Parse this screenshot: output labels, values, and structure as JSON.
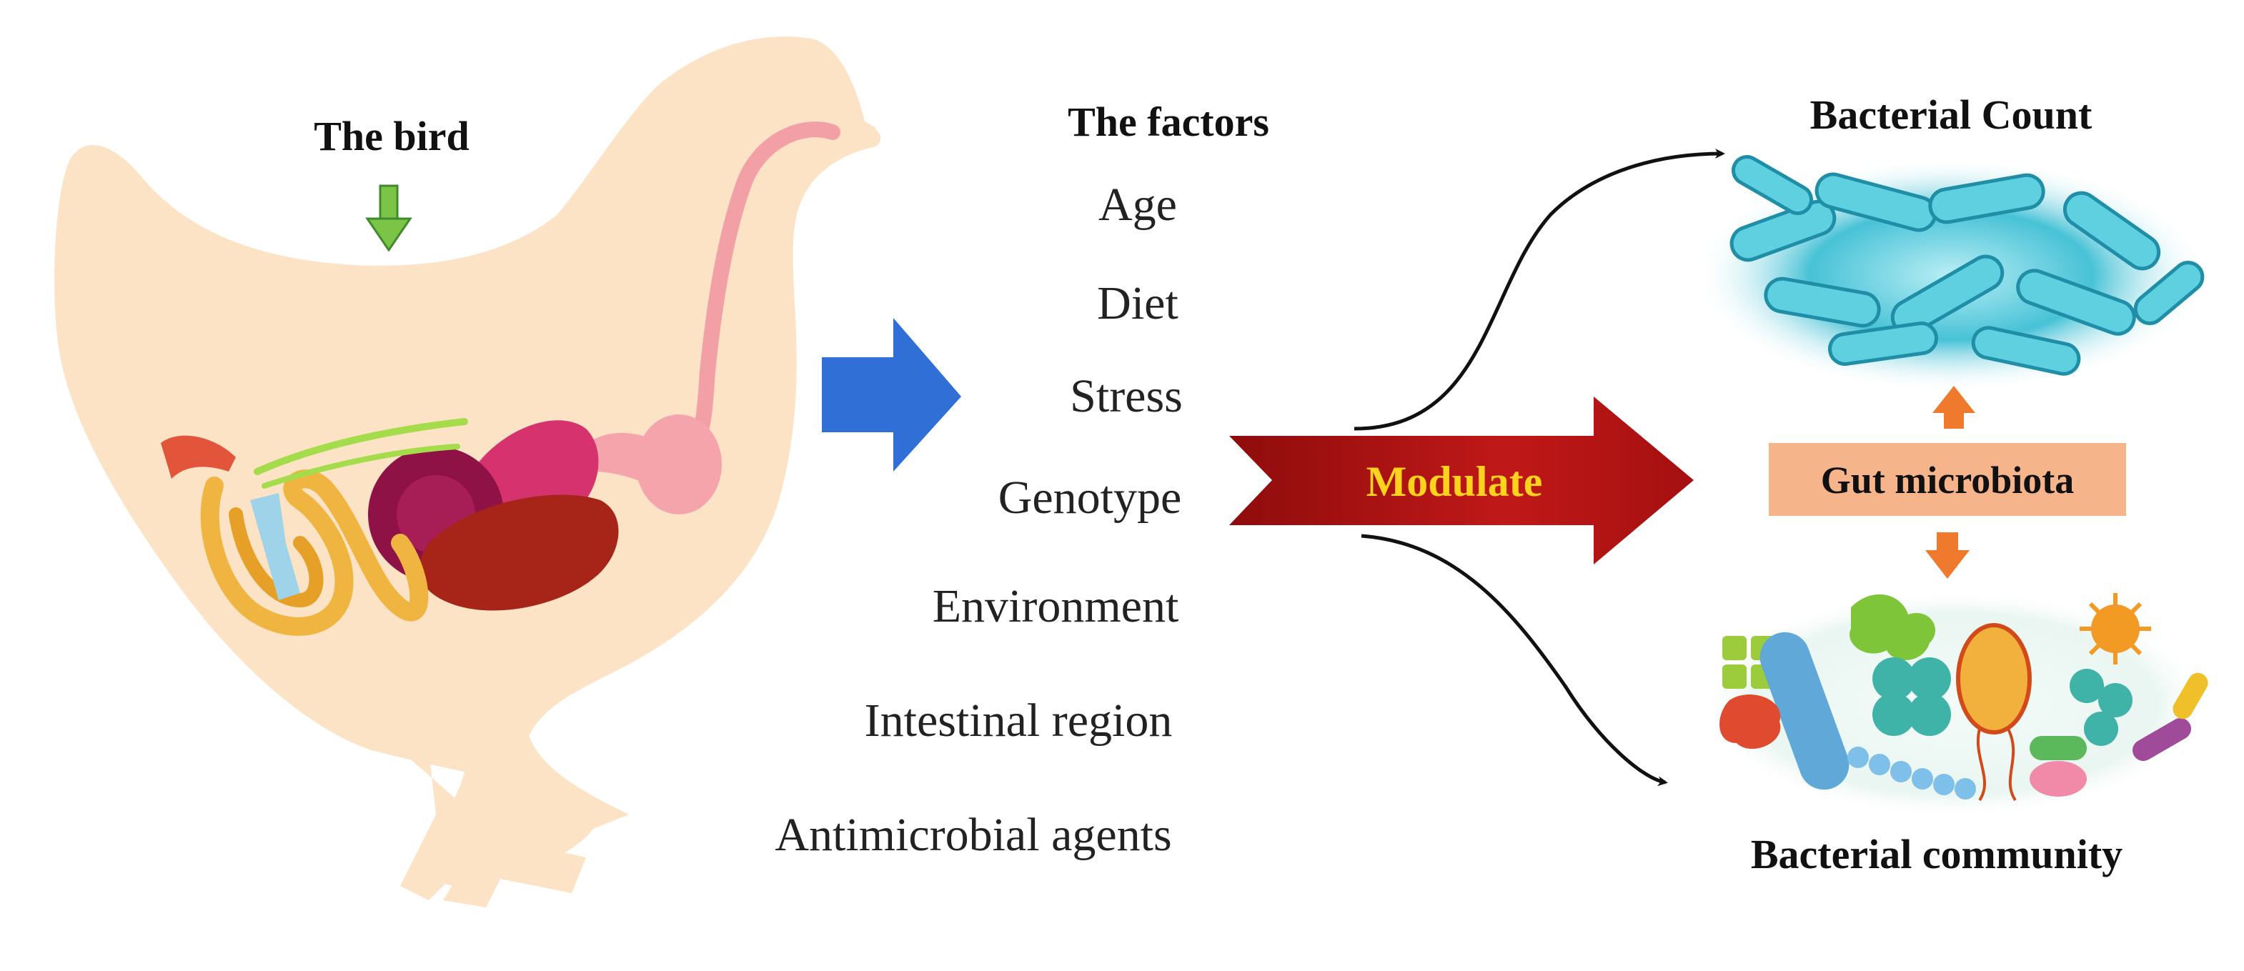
{
  "bird": {
    "label": "The bird"
  },
  "factors": {
    "heading": "The factors",
    "items": [
      "Age",
      "Diet",
      "Stress",
      "Genotype",
      "Environment",
      "Intestinal region",
      "Antimicrobial agents"
    ]
  },
  "modulate": {
    "label": "Modulate"
  },
  "outcomes": {
    "top": "Bacterial Count",
    "center": "Gut microbiota",
    "bottom": "Bacterial community"
  },
  "colors": {
    "chicken_body": "#fce3c6",
    "blue_arrow": "#2f6fd6",
    "modulate_arrow": "#c01818",
    "modulate_text": "#ffd21e",
    "gut_box": "#f5b48a",
    "orange_arrow": "#ef7a2e",
    "bacteria_cyan": "#47c2d6"
  }
}
